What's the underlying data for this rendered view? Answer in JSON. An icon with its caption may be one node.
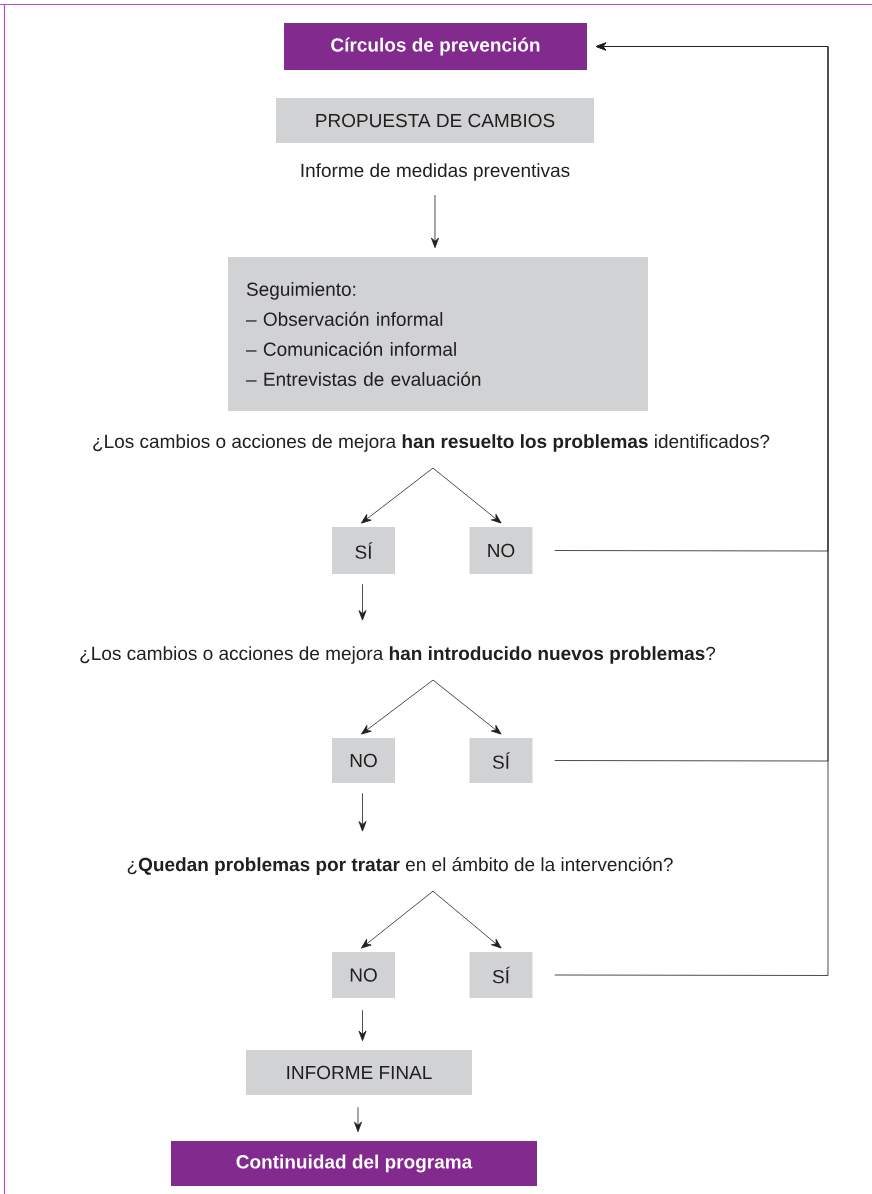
{
  "diagram": {
    "nodes": [
      {
        "text": [
          "Círculos de prevención"
        ]
      },
      {
        "text": [
          "PROPUESTA DE CAMBIOS"
        ]
      },
      {
        "text": [
          "Informe de medidas preventivas"
        ]
      },
      {
        "text": [
          "Seguimiento:",
          "– Observación informal",
          "– Comunicación informal",
          "– Entrevistas de evaluación"
        ]
      },
      {
        "text": [
          "¿Los cambios o acciones de mejora **han resuelto los problemas** identificados?"
        ]
      },
      {
        "text": [
          "SÍ"
        ]
      },
      {
        "text": [
          "NO"
        ]
      },
      {
        "text": [
          "¿Los cambios o acciones de mejora **han introducido nuevos problemas**?"
        ]
      },
      {
        "text": [
          "NO"
        ]
      },
      {
        "text": [
          "SÍ"
        ]
      },
      {
        "text": [
          "¿**Quedan problemas por tratar** en el ámbito de la intervención?"
        ]
      },
      {
        "text": [
          "NO"
        ]
      },
      {
        "text": [
          "SÍ"
        ]
      },
      {
        "text": [
          "INFORME FINAL"
        ]
      },
      {
        "text": [
          "Continuidad del programa"
        ]
      }
    ],
    "edges": [
      {
        "from": 2,
        "to": 3,
        "arrow": "to"
      },
      {
        "from": 4,
        "to": 5,
        "arrow": "to"
      },
      {
        "from": 4,
        "to": 6,
        "arrow": "to"
      },
      {
        "from": 6,
        "to": 0,
        "arrow": "to"
      },
      {
        "from": 5,
        "to": 7,
        "arrow": "to"
      },
      {
        "from": 7,
        "to": 8,
        "arrow": "to"
      },
      {
        "from": 7,
        "to": 9,
        "arrow": "to"
      },
      {
        "from": 9,
        "to": 0,
        "arrow": "to"
      },
      {
        "from": 8,
        "to": 10,
        "arrow": "to"
      },
      {
        "from": 10,
        "to": 11,
        "arrow": "to"
      },
      {
        "from": 10,
        "to": 12,
        "arrow": "to"
      },
      {
        "from": 12,
        "to": 0,
        "arrow": "to"
      },
      {
        "from": 11,
        "to": 13,
        "arrow": "to"
      },
      {
        "from": 13,
        "to": 14,
        "arrow": "to"
      }
    ]
  }
}
